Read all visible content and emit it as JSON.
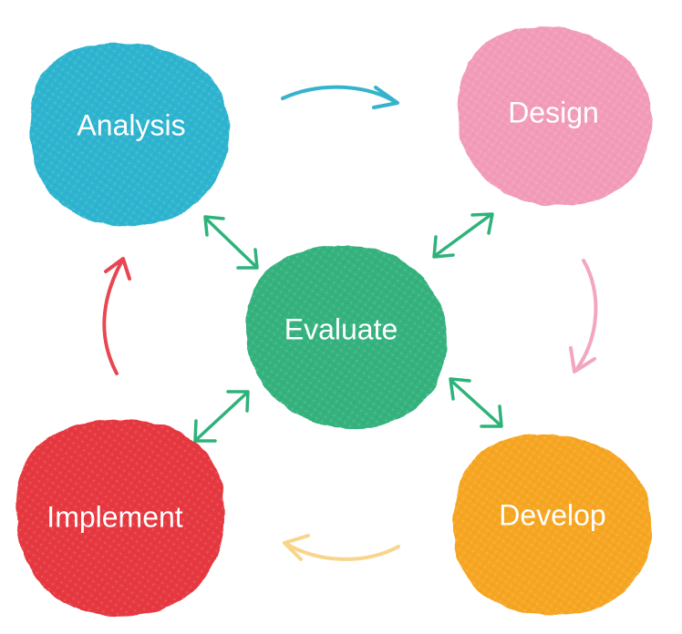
{
  "nodes": [
    {
      "key": "analysis",
      "label": "Analysis",
      "color": "#2fb4cf"
    },
    {
      "key": "design",
      "label": "Design",
      "color": "#f29cb9"
    },
    {
      "key": "evaluate",
      "label": "Evaluate",
      "color": "#36b27e"
    },
    {
      "key": "implement",
      "label": "Implement",
      "color": "#e6383f"
    },
    {
      "key": "develop",
      "label": "Develop",
      "color": "#f6a623"
    }
  ],
  "arrows": [
    {
      "from": "Analysis",
      "to": "Design",
      "color": "#35b3cc",
      "style": "one-way"
    },
    {
      "from": "Design",
      "to": "Develop",
      "color": "#f2a6bf",
      "style": "one-way"
    },
    {
      "from": "Develop",
      "to": "Implement",
      "color": "#f8d58a",
      "style": "one-way"
    },
    {
      "from": "Implement",
      "to": "Analysis",
      "color": "#e84650",
      "style": "one-way"
    },
    {
      "from": "Evaluate",
      "to": "Analysis",
      "color": "#2db37a",
      "style": "two-way"
    },
    {
      "from": "Evaluate",
      "to": "Design",
      "color": "#2db37a",
      "style": "two-way"
    },
    {
      "from": "Evaluate",
      "to": "Implement",
      "color": "#2db37a",
      "style": "two-way"
    },
    {
      "from": "Evaluate",
      "to": "Develop",
      "color": "#2db37a",
      "style": "two-way"
    }
  ]
}
